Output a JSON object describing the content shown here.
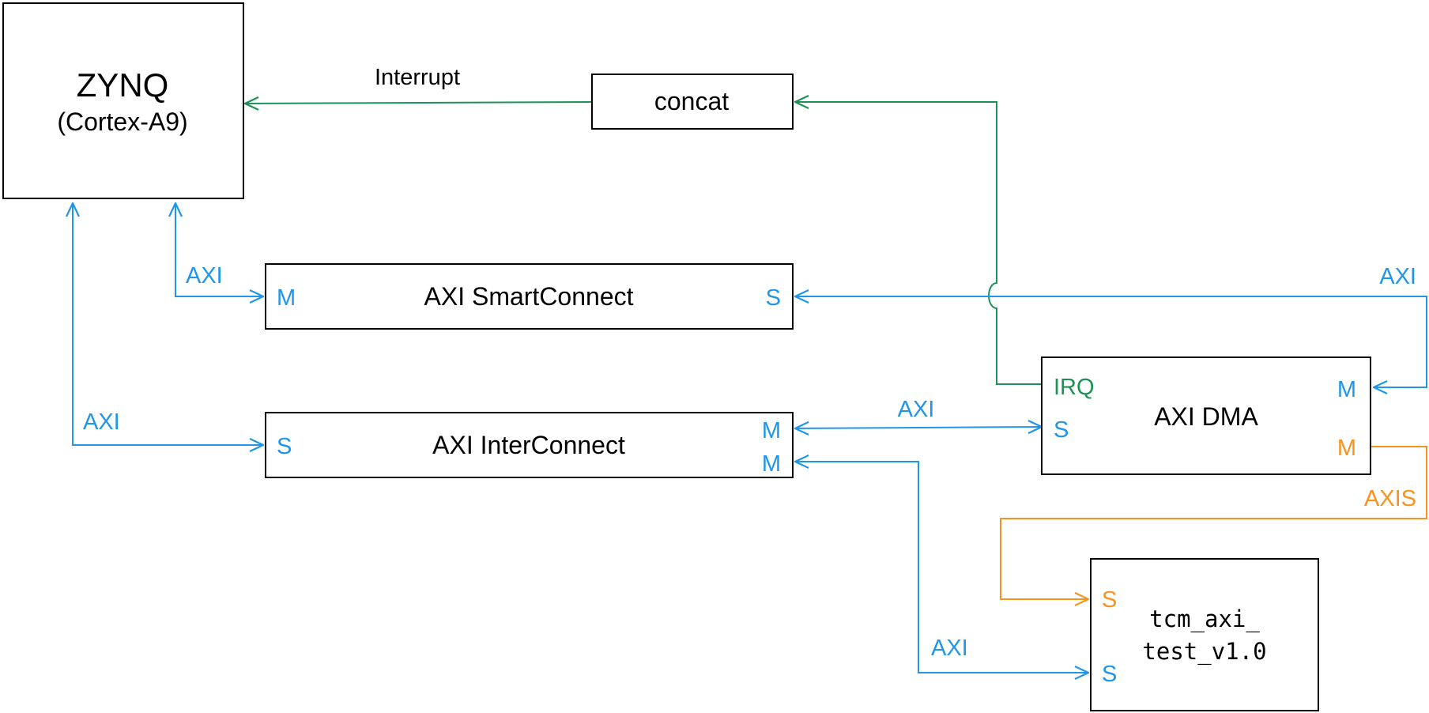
{
  "colors": {
    "axi": "#1f96ea",
    "irq": "#1e9156",
    "axis": "#f7931e",
    "box": "#000000"
  },
  "blocks": {
    "zynq": {
      "title": "ZYNQ",
      "subtitle": "(Cortex-A9)"
    },
    "concat": {
      "title": "concat"
    },
    "smartconnect": {
      "title": "AXI SmartConnect",
      "port_left": "M",
      "port_right": "S"
    },
    "interconnect": {
      "title": "AXI InterConnect",
      "port_left": "S",
      "port_right_1": "M",
      "port_right_2": "M"
    },
    "dma": {
      "title": "AXI DMA",
      "port_irq": "IRQ",
      "port_s": "S",
      "port_m1": "M",
      "port_m2": "M"
    },
    "tcm": {
      "title_line1": "tcm_axi_",
      "title_line2": "test_v1.0",
      "port_s1": "S",
      "port_s2": "S"
    }
  },
  "connections": {
    "interrupt": "Interrupt",
    "zynq_smartconnect": "AXI",
    "zynq_interconnect": "AXI",
    "dma_smartconnect": "AXI",
    "interconnect_dma": "AXI",
    "interconnect_tcm": "AXI",
    "dma_tcm": "AXIS"
  }
}
